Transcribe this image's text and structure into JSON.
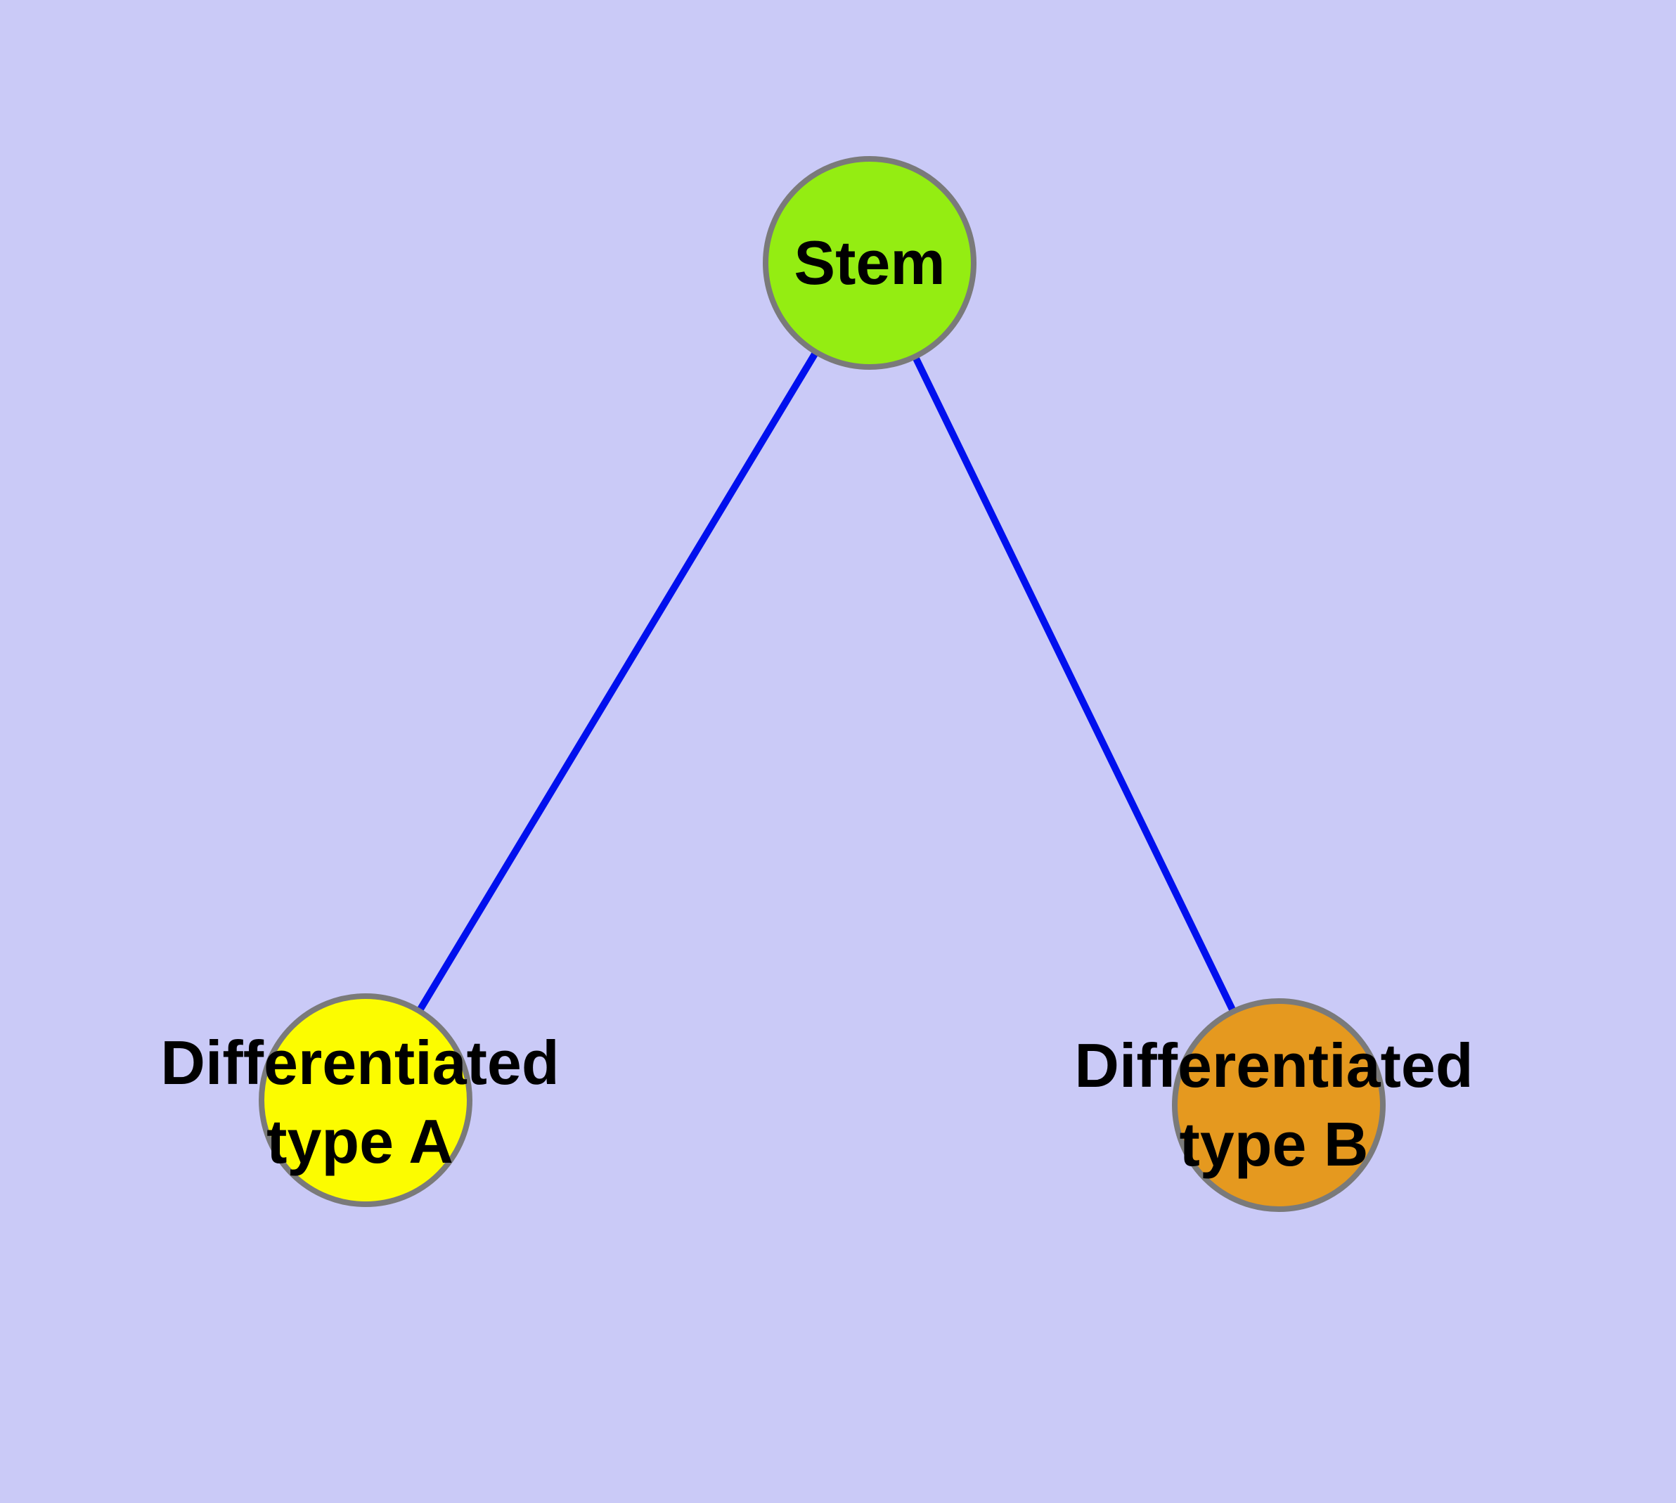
{
  "diagram": {
    "background_color": "#cacaf7",
    "edge_color": "#0010ee",
    "node_border_color": "#7a7a7a",
    "label_color": "#000000",
    "nodes": [
      {
        "id": "stem",
        "label": "Stem",
        "label_line1": "Stem",
        "label_line2": "",
        "fill": "#94ed12"
      },
      {
        "id": "type-a",
        "label": "Differentiated type A",
        "label_line1": "Differentiated",
        "label_line2": "type A",
        "fill": "#fcfc00"
      },
      {
        "id": "type-b",
        "label": "Differentiated type B",
        "label_line1": "Differentiated",
        "label_line2": "type B",
        "fill": "#e5991f"
      }
    ],
    "edges": [
      {
        "from": "Stem",
        "to": "Differentiated type A"
      },
      {
        "from": "Stem",
        "to": "Differentiated type B"
      }
    ]
  }
}
